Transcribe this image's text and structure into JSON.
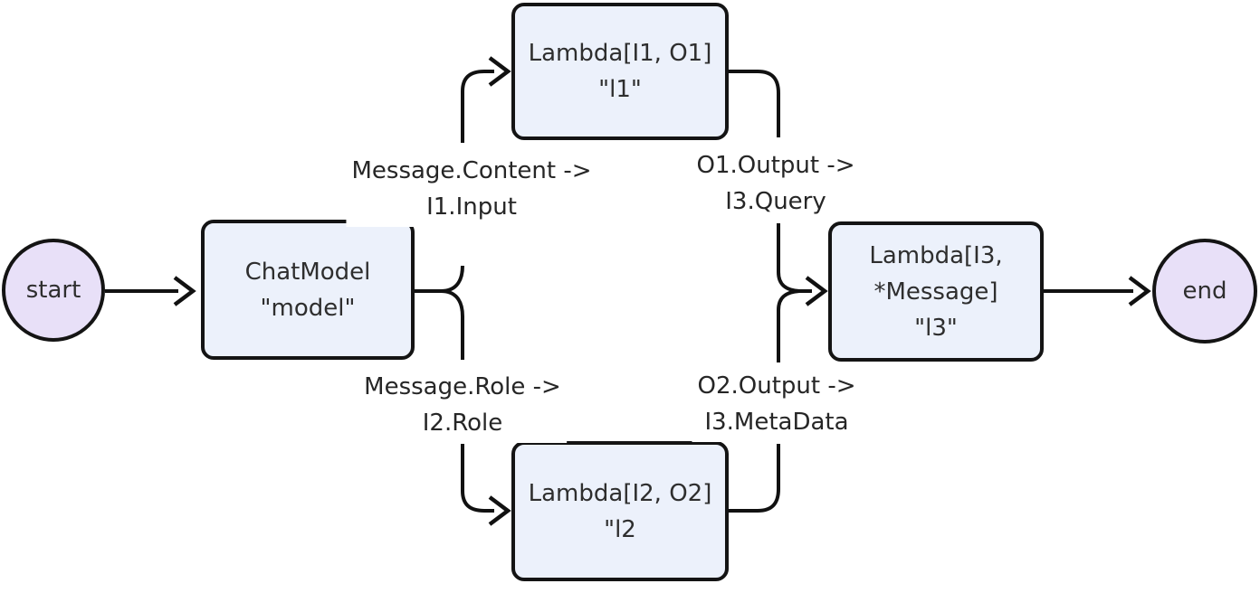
{
  "diagram": {
    "type": "flowchart",
    "nodes": {
      "start": {
        "label": "start",
        "shape": "circle"
      },
      "model": {
        "label": "ChatModel\n\"model\"",
        "shape": "rounded-box"
      },
      "l1": {
        "label": "Lambda[I1, O1]\n\"l1\"",
        "shape": "rounded-box"
      },
      "l2": {
        "label": "Lambda[I2, O2]\n\"l2",
        "shape": "rounded-box"
      },
      "l3": {
        "label": "Lambda[I3,\n*Message]\n\"l3\"",
        "shape": "rounded-box"
      },
      "end": {
        "label": "end",
        "shape": "circle"
      }
    },
    "edges": [
      {
        "from": "start",
        "to": "model",
        "label": ""
      },
      {
        "from": "model",
        "to": "l1",
        "label": "Message.Content ->\nI1.Input"
      },
      {
        "from": "model",
        "to": "l2",
        "label": "Message.Role ->\nI2.Role"
      },
      {
        "from": "l1",
        "to": "l3",
        "label": "O1.Output ->\nI3.Query"
      },
      {
        "from": "l2",
        "to": "l3",
        "label": "O2.Output ->\nI3.MetaData"
      },
      {
        "from": "l3",
        "to": "end",
        "label": ""
      }
    ],
    "colors": {
      "canvas_bg": "#ffffff",
      "node_fill": "#ecf1fb",
      "node_border": "#141414",
      "terminal_fill": "#e8e0f8",
      "edge_color": "#111111",
      "node_text": "#2e2e2e",
      "label_text": "#262626"
    }
  }
}
